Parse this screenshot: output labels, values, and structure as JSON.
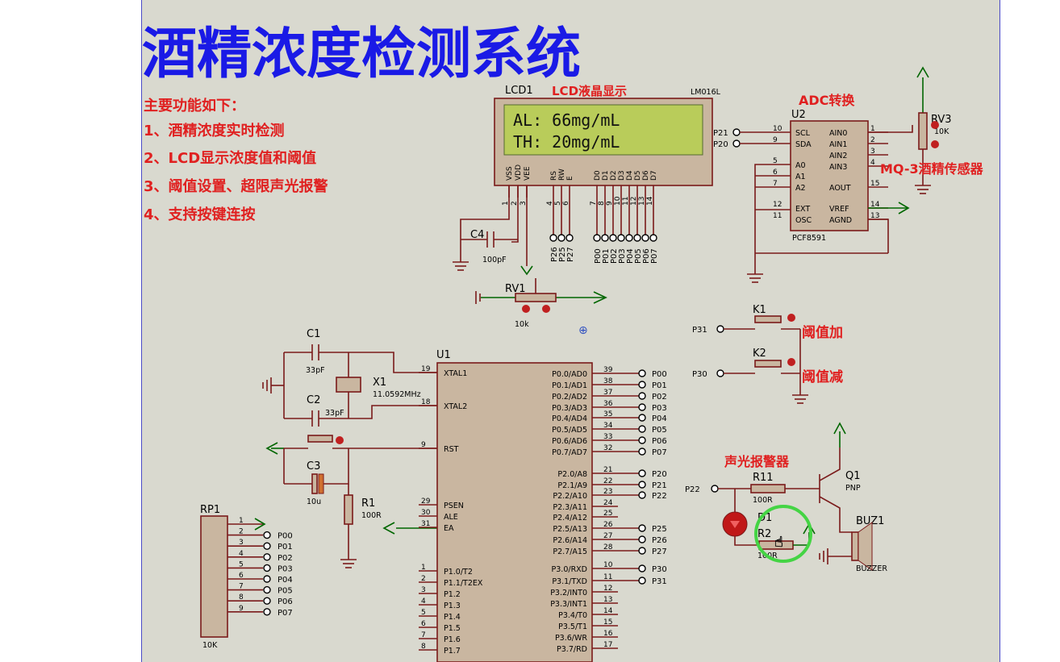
{
  "title": "酒精浓度检测系统",
  "features": {
    "heading": "主要功能如下：",
    "items": [
      "1、酒精浓度实时检测",
      "2、LCD显示浓度值和阈值",
      "3、阈值设置、超限声光报警",
      "4、支持按键连按"
    ]
  },
  "lcd": {
    "ref": "LCD1",
    "model": "LM016L",
    "note": "LCD液晶显示",
    "line1": "AL: 66mg/mL",
    "line2": "TH: 20mg/mL",
    "pins": [
      "VSS",
      "VDD",
      "VEE",
      "RS",
      "RW",
      "E",
      "D0",
      "D1",
      "D2",
      "D3",
      "D4",
      "D5",
      "D6",
      "D7"
    ],
    "pin_numbers": [
      "1",
      "2",
      "3",
      "4",
      "5",
      "6",
      "7",
      "8",
      "9",
      "10",
      "11",
      "12",
      "13",
      "14"
    ],
    "ctrl_nets": [
      "P26",
      "P25",
      "P27"
    ],
    "data_nets": [
      "P00",
      "P01",
      "P02",
      "P03",
      "P04",
      "P05",
      "P06",
      "P07"
    ]
  },
  "adc": {
    "ref": "U2",
    "model": "PCF8591",
    "note": "ADC转换",
    "left_pins": [
      [
        "10",
        "SCL"
      ],
      [
        "9",
        "SDA"
      ],
      [
        "5",
        "A0"
      ],
      [
        "6",
        "A1"
      ],
      [
        "7",
        "A2"
      ],
      [
        "12",
        "EXT"
      ],
      [
        "11",
        "OSC"
      ]
    ],
    "right_pins": [
      [
        "1",
        "AIN0"
      ],
      [
        "2",
        "AIN1"
      ],
      [
        "3",
        "AIN2"
      ],
      [
        "4",
        "AIN3"
      ],
      [
        "15",
        "AOUT"
      ],
      [
        "14",
        "VREF"
      ],
      [
        "13",
        "AGND"
      ]
    ],
    "nets": [
      "P21",
      "P20"
    ]
  },
  "sensor": {
    "ref": "RV3",
    "value": "10K",
    "note": "MQ-3酒精传感器"
  },
  "c4": {
    "ref": "C4",
    "value": "100pF"
  },
  "rv1": {
    "ref": "RV1",
    "value": "10k"
  },
  "k1": {
    "ref": "K1",
    "net": "P31",
    "note": "阈值加"
  },
  "k2": {
    "ref": "K2",
    "net": "P30",
    "note": "阈值减"
  },
  "c1": {
    "ref": "C1",
    "value": "33pF"
  },
  "c2": {
    "ref": "C2",
    "value": "33pF"
  },
  "x1": {
    "ref": "X1",
    "value": "11.0592MHz"
  },
  "c3": {
    "ref": "C3",
    "value": "10u"
  },
  "r1": {
    "ref": "R1",
    "value": "100R"
  },
  "rp1": {
    "ref": "RP1",
    "value": "10K",
    "pins": [
      "1",
      "2",
      "3",
      "4",
      "5",
      "6",
      "7",
      "8",
      "9"
    ],
    "nets": [
      "P00",
      "P01",
      "P02",
      "P03",
      "P04",
      "P05",
      "P06",
      "P07"
    ]
  },
  "mcu": {
    "ref": "U1",
    "left_pins": [
      [
        "19",
        "XTAL1"
      ],
      [
        "18",
        "XTAL2"
      ],
      [
        "9",
        "RST"
      ],
      [
        "29",
        "PSEN"
      ],
      [
        "30",
        "ALE"
      ],
      [
        "31",
        "EA"
      ],
      [
        "1",
        "P1.0/T2"
      ],
      [
        "2",
        "P1.1/T2EX"
      ],
      [
        "3",
        "P1.2"
      ],
      [
        "4",
        "P1.3"
      ],
      [
        "5",
        "P1.4"
      ],
      [
        "6",
        "P1.5"
      ],
      [
        "7",
        "P1.6"
      ],
      [
        "8",
        "P1.7"
      ]
    ],
    "right_pins": [
      [
        "39",
        "P0.0/AD0",
        "P00"
      ],
      [
        "38",
        "P0.1/AD1",
        "P01"
      ],
      [
        "37",
        "P0.2/AD2",
        "P02"
      ],
      [
        "36",
        "P0.3/AD3",
        "P03"
      ],
      [
        "35",
        "P0.4/AD4",
        "P04"
      ],
      [
        "34",
        "P0.5/AD5",
        "P05"
      ],
      [
        "33",
        "P0.6/AD6",
        "P06"
      ],
      [
        "32",
        "P0.7/AD7",
        "P07"
      ],
      [
        "21",
        "P2.0/A8",
        "P20"
      ],
      [
        "22",
        "P2.1/A9",
        "P21"
      ],
      [
        "23",
        "P2.2/A10",
        "P22"
      ],
      [
        "24",
        "P2.3/A11",
        ""
      ],
      [
        "25",
        "P2.4/A12",
        ""
      ],
      [
        "26",
        "P2.5/A13",
        "P25"
      ],
      [
        "27",
        "P2.6/A14",
        "P26"
      ],
      [
        "28",
        "P2.7/A15",
        "P27"
      ],
      [
        "10",
        "P3.0/RXD",
        "P30"
      ],
      [
        "11",
        "P3.1/TXD",
        "P31"
      ],
      [
        "12",
        "P3.2/INT0",
        ""
      ],
      [
        "13",
        "P3.3/INT1",
        ""
      ],
      [
        "14",
        "P3.4/T0",
        ""
      ],
      [
        "15",
        "P3.5/T1",
        ""
      ],
      [
        "16",
        "P3.6/WR",
        ""
      ],
      [
        "17",
        "P3.7/RD",
        ""
      ]
    ]
  },
  "alarm": {
    "note": "声光报警器",
    "net": "P22",
    "r11": "R11",
    "r11_val": "100R",
    "q1": "Q1",
    "q1_type": "PNP",
    "d1": "D1",
    "r2": "R2",
    "r2_val": "100R",
    "buz": "BUZ1",
    "buz_type": "BUZZER"
  },
  "colors": {
    "canvas": "#d9d9cf",
    "title": "#1a1ae6",
    "note": "#e02020",
    "wire": "#7a1a1a",
    "lcd_screen": "#b9cc5a"
  }
}
